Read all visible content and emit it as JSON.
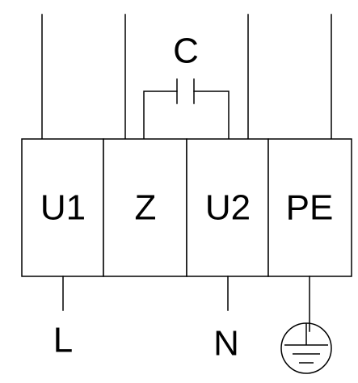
{
  "diagram": {
    "capacitor_label": "C",
    "terminals": [
      {
        "id": "u1",
        "label": "U1"
      },
      {
        "id": "z",
        "label": "Z"
      },
      {
        "id": "u2",
        "label": "U2"
      },
      {
        "id": "pe",
        "label": "PE"
      }
    ],
    "bottom_labels": {
      "left": "L",
      "neutral": "N"
    },
    "ground_icon": "protective-earth-icon",
    "colors": {
      "line": "#000000",
      "background": "#ffffff"
    }
  }
}
